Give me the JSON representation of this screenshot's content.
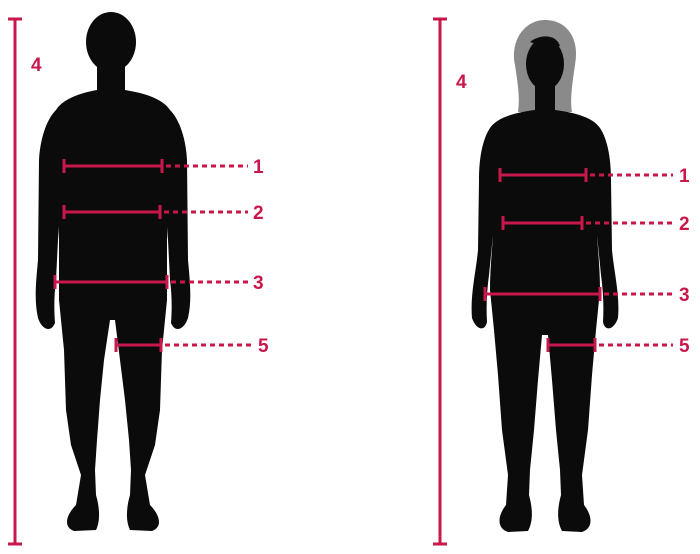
{
  "colors": {
    "accent": "#c8174b",
    "silhouette": "#0b0b0b",
    "hair": "#8a8a8a",
    "background": "#ffffff"
  },
  "male": {
    "height_label": "4",
    "chest_label": "1",
    "waist_label": "2",
    "hips_label": "3",
    "thigh_label": "5"
  },
  "female": {
    "height_label": "4",
    "chest_label": "1",
    "waist_label": "2",
    "hips_label": "3",
    "thigh_label": "5"
  }
}
